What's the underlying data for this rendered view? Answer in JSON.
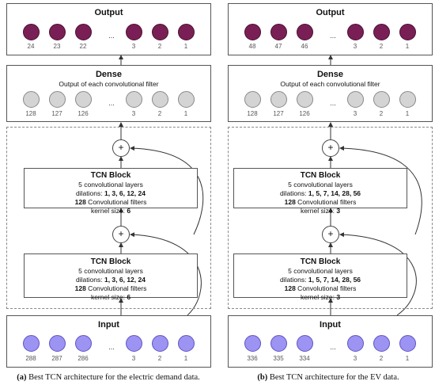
{
  "panels": [
    {
      "output": {
        "title": "Output",
        "labels": [
          "24",
          "23",
          "22",
          "3",
          "2",
          "1"
        ]
      },
      "dense": {
        "title": "Dense",
        "subtitle": "Output of each convolutional filter",
        "labels": [
          "128",
          "127",
          "126",
          "3",
          "2",
          "1"
        ]
      },
      "tcn": {
        "title": "TCN Block",
        "layers": "5 convolutional layers",
        "dilations_label": "dilations: ",
        "dilations": "1, 3, 6, 12, 24",
        "filters_num": "128",
        "filters_label": " Convolutional filters",
        "kernel_label": "kernel size: ",
        "kernel": "6"
      },
      "input": {
        "title": "Input",
        "labels": [
          "288",
          "287",
          "286",
          "3",
          "2",
          "1"
        ]
      },
      "ellipsis": "...",
      "plus": "+",
      "caption_letter": "(a)",
      "caption_text": " Best TCN architecture for the electric demand data."
    },
    {
      "output": {
        "title": "Output",
        "labels": [
          "48",
          "47",
          "46",
          "3",
          "2",
          "1"
        ]
      },
      "dense": {
        "title": "Dense",
        "subtitle": "Output of each convolutional filter",
        "labels": [
          "128",
          "127",
          "126",
          "3",
          "2",
          "1"
        ]
      },
      "tcn": {
        "title": "TCN Block",
        "layers": "5 convolutional layers",
        "dilations_label": "dilations: ",
        "dilations": "1, 5, 7, 14, 28, 56",
        "filters_num": "128",
        "filters_label": " Convolutional filters",
        "kernel_label": "kernel size: ",
        "kernel": "3"
      },
      "input": {
        "title": "Input",
        "labels": [
          "336",
          "335",
          "334",
          "3",
          "2",
          "1"
        ]
      },
      "ellipsis": "...",
      "plus": "+",
      "caption_letter": "(b)",
      "caption_text": " Best TCN architecture for the EV data."
    }
  ],
  "colors": {
    "output": "#7a1f56",
    "dense": "#d4d4d4",
    "input": "#9c93f2"
  }
}
